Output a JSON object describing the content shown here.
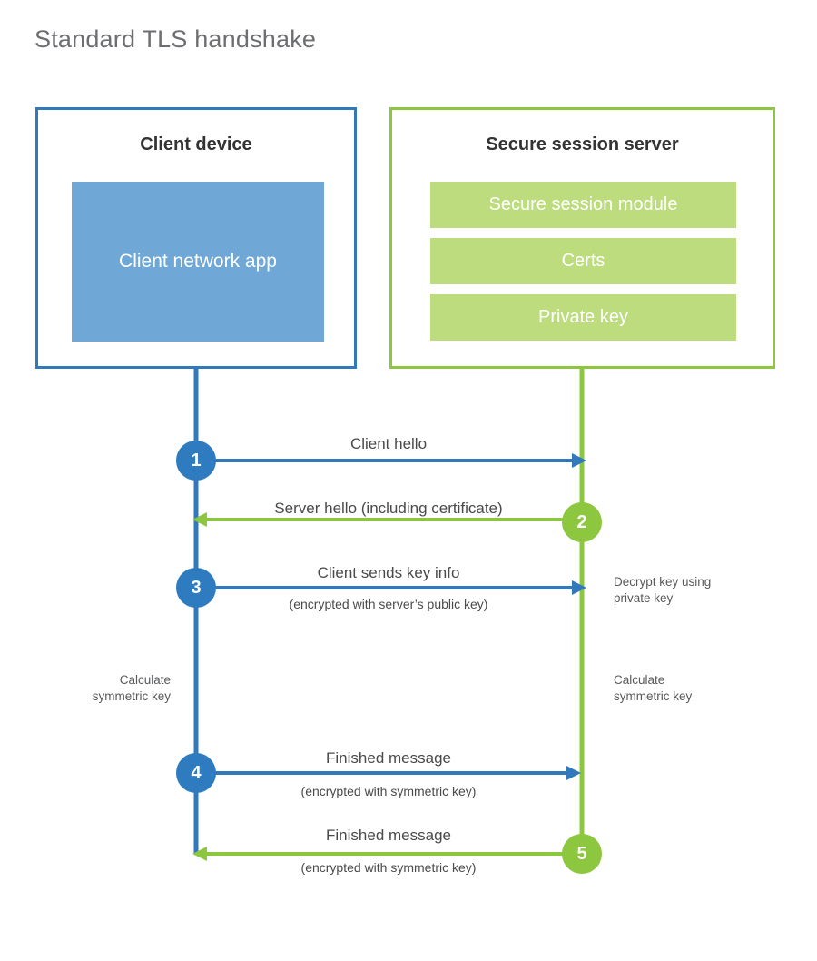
{
  "title": "Standard TLS handshake",
  "colors": {
    "client_accent": "#3279bc",
    "client_fill": "#6fa8d6",
    "client_circle": "#2e7cbf",
    "server_accent": "#8dc63f",
    "server_fill": "#bcdc7e",
    "text_dark": "#333333",
    "text_gray": "#4a4a4a",
    "title_gray": "#6d6e71"
  },
  "client": {
    "title": "Client device",
    "app_label": "Client network app"
  },
  "server": {
    "title": "Secure session server",
    "bars": [
      {
        "label": "Secure session module"
      },
      {
        "label": "Certs"
      },
      {
        "label": "Private key"
      }
    ]
  },
  "steps": [
    {
      "number": "1",
      "label": "Client hello",
      "sublabel": "",
      "direction": "client-to-server",
      "color": "blue"
    },
    {
      "number": "2",
      "label": "Server hello (including certificate)",
      "sublabel": "",
      "direction": "server-to-client",
      "color": "green"
    },
    {
      "number": "3",
      "label": "Client sends key info",
      "sublabel": "(encrypted with server’s public key)",
      "direction": "client-to-server",
      "color": "blue"
    },
    {
      "number": "4",
      "label": "Finished message",
      "sublabel": "(encrypted with symmetric key)",
      "direction": "client-to-server",
      "color": "blue"
    },
    {
      "number": "5",
      "label": "Finished message",
      "sublabel": "(encrypted with symmetric key)",
      "direction": "server-to-client",
      "color": "green"
    }
  ],
  "annotations": {
    "server_decrypt": "Decrypt key using\nprivate key",
    "client_calculate": "Calculate\nsymmetric key",
    "server_calculate": "Calculate\nsymmetric key"
  }
}
